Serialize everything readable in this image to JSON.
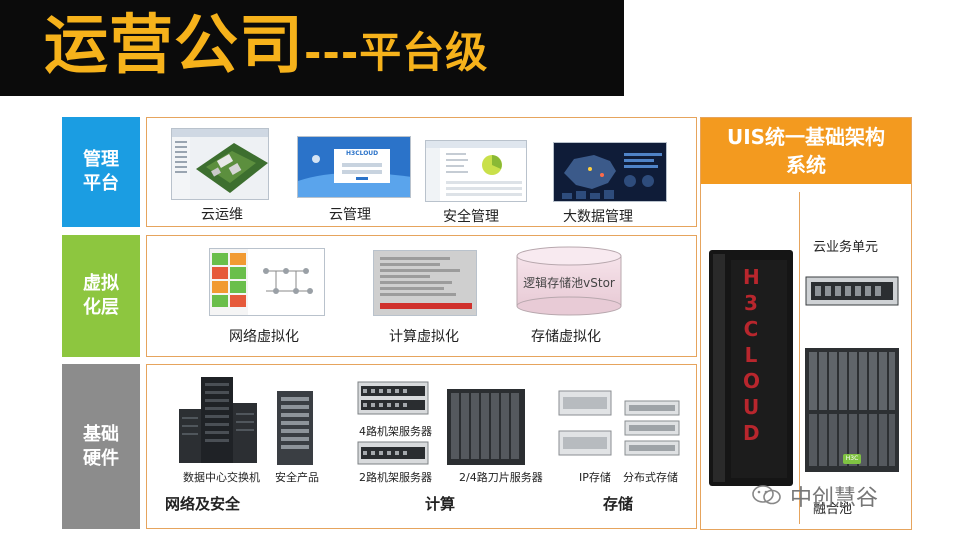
{
  "header": {
    "title_main": "运营公司",
    "title_sub": "---平台级"
  },
  "layers": {
    "management": {
      "label": "管理平台",
      "items": [
        "云运维",
        "云管理",
        "安全管理",
        "大数据管理"
      ]
    },
    "virtualization": {
      "label": "虚拟化层",
      "items": [
        "网络虚拟化",
        "计算虚拟化",
        "存储虚拟化"
      ],
      "storage_pool": "逻辑存储池vStor"
    },
    "hardware": {
      "label": "基础硬件",
      "items": {
        "dc_switch": "数据中心交换机",
        "security": "安全产品",
        "rack4": "4路机架服务器",
        "rack2": "2路机架服务器",
        "blade": "2/4路刀片服务器",
        "ip_storage": "IP存储",
        "dist_storage": "分布式存储"
      },
      "groups": [
        "网络及安全",
        "计算",
        "存储"
      ]
    }
  },
  "uis": {
    "title_line1": "UIS统一基础架构",
    "title_line2": "系统",
    "cloud_unit": "云业务单元",
    "rack_brand": "H3CLOUD",
    "mini_logo": "H3C",
    "fusion_pool": "融合池"
  },
  "cloud_mgmt_logo": "H3CLOUD",
  "watermark": "中创慧谷",
  "colors": {
    "title": "#f6b21b",
    "management": "#1b9de2",
    "virtualization": "#8dc63f",
    "hardware": "#8c8c8c",
    "uis_header": "#f39a1f",
    "border": "#e6a45d"
  }
}
